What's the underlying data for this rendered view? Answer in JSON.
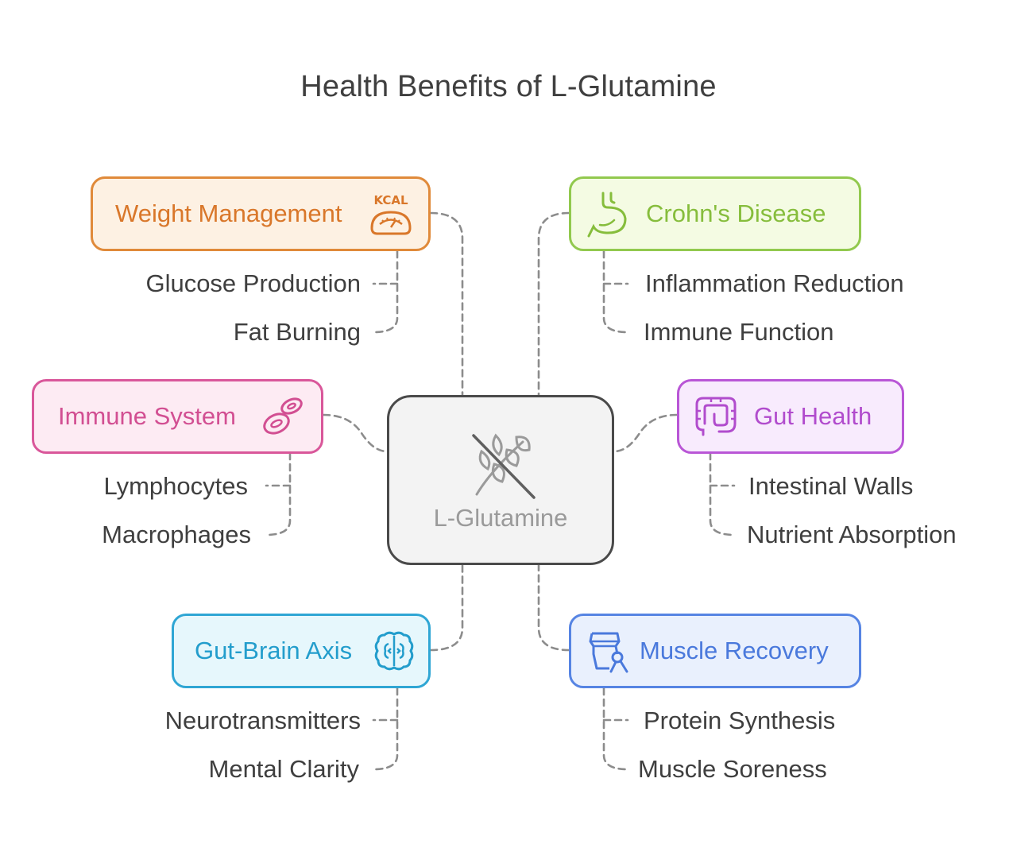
{
  "title": "Health Benefits of L-Glutamine",
  "center": {
    "label": "L-Glutamine",
    "icon": "crossed-out-wheat-icon"
  },
  "categories": {
    "weight": {
      "label": "Weight Management",
      "icon": "kcal-scale-icon",
      "color": "#e08a3a",
      "items": [
        "Glucose Production",
        "Fat Burning"
      ]
    },
    "crohn": {
      "label": "Crohn's Disease",
      "icon": "stomach-icon",
      "color": "#92c94e",
      "items": [
        "Inflammation Reduction",
        "Immune Function"
      ]
    },
    "immune": {
      "label": "Immune System",
      "icon": "blood-cells-icon",
      "color": "#d9579a",
      "items": [
        "Lymphocytes",
        "Macrophages"
      ]
    },
    "gut": {
      "label": "Gut Health",
      "icon": "intestine-icon",
      "color": "#b956d6",
      "items": [
        "Intestinal Walls",
        "Nutrient Absorption"
      ]
    },
    "brain": {
      "label": "Gut-Brain Axis",
      "icon": "brain-icon",
      "color": "#2fa6d4",
      "items": [
        "Neurotransmitters",
        "Mental Clarity"
      ]
    },
    "muscle": {
      "label": "Muscle Recovery",
      "icon": "muscle-massage-icon",
      "color": "#5684e3",
      "items": [
        "Protein Synthesis",
        "Muscle Soreness"
      ]
    }
  }
}
